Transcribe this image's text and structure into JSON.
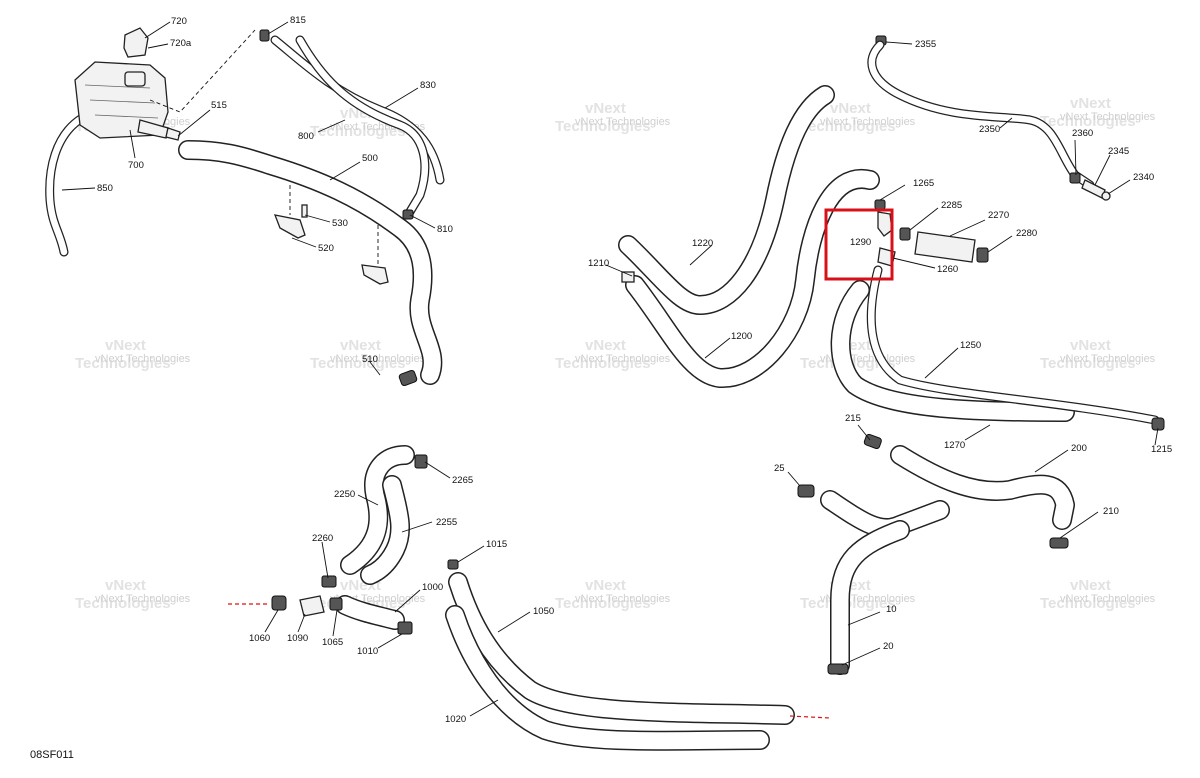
{
  "drawing_code": "08SF011",
  "watermark": {
    "line1": "vNext",
    "line2": "Technologies",
    "line3": "vNext Technologies"
  },
  "labels": {
    "p720": "720",
    "p720a": "720a",
    "p700": "700",
    "p850": "850",
    "p515": "515",
    "p815": "815",
    "p830": "830",
    "p800": "800",
    "p500": "500",
    "p810": "810",
    "p530": "530",
    "p520": "520",
    "p510": "510",
    "p2355": "2355",
    "p2350": "2350",
    "p2360": "2360",
    "p2345": "2345",
    "p2340": "2340",
    "p1265": "1265",
    "p2285": "2285",
    "p2270": "2270",
    "p2280": "2280",
    "p1290": "1290",
    "p1260": "1260",
    "p1220": "1220",
    "p1210": "1210",
    "p1200": "1200",
    "p1250": "1250",
    "p1270": "1270",
    "p1215": "1215",
    "p215": "215",
    "p200": "200",
    "p25": "25",
    "p210": "210",
    "p10": "10",
    "p20": "20",
    "p2265": "2265",
    "p2250": "2250",
    "p2255": "2255",
    "p2260": "2260",
    "p1015": "1015",
    "p1000": "1000",
    "p1050": "1050",
    "p1060": "1060",
    "p1090": "1090",
    "p1065": "1065",
    "p1010": "1010",
    "p1020": "1020"
  },
  "highlight": {
    "part": "1290",
    "color": "#d8101a"
  }
}
